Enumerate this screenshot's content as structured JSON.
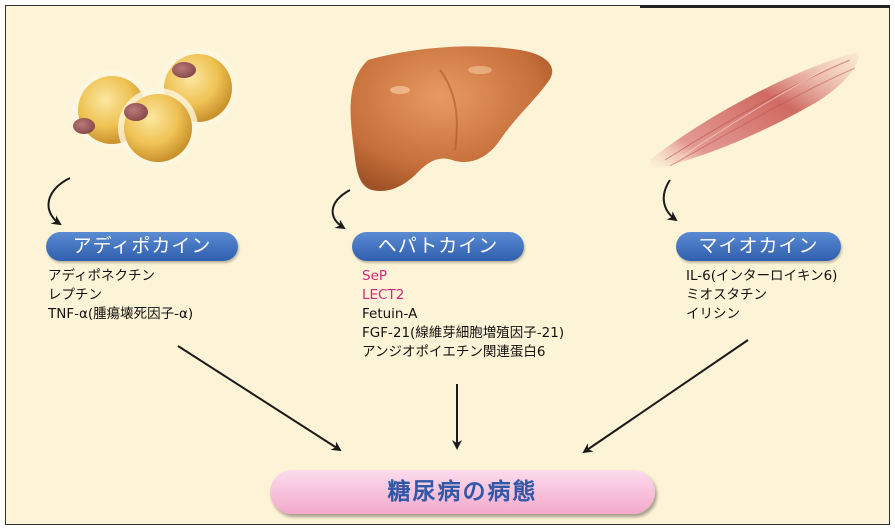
{
  "adipokine": {
    "label": "アディポカイン",
    "items": [
      "アディポネクチン",
      "レプチン",
      "TNF-α(腫瘍壊死因子-α)"
    ]
  },
  "hepatokine": {
    "label": "ヘパトカイン",
    "items": [
      "SeP",
      "LECT2",
      "Fetuin-A",
      "FGF-21(線維芽細胞増殖因子-21)",
      "アンジオポイエチン関連蛋白6"
    ]
  },
  "myokine": {
    "label": "マイオカイン",
    "items": [
      "IL-6(インターロイキン6)",
      "ミオスタチン",
      "イリシン"
    ]
  },
  "outcome": {
    "label": "糖尿病の病態"
  },
  "colors": {
    "background": "#fdf3d6",
    "pill": "#3d6dbd",
    "highlight": "#d6277c",
    "outcome_text": "#2f58a8",
    "outcome_fill": "#f6b9d6"
  },
  "icons": [
    "fat-cell-cluster-icon",
    "liver-icon",
    "muscle-fiber-icon"
  ]
}
